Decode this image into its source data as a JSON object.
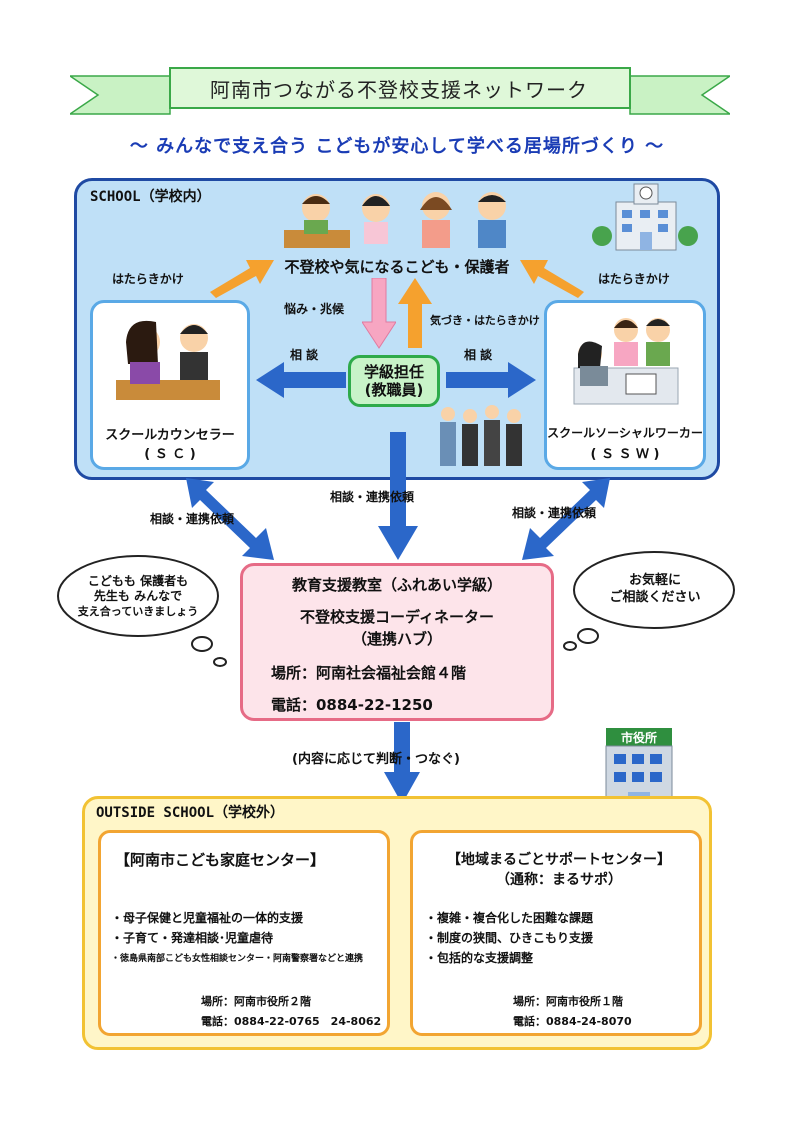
{
  "header": {
    "title": "阿南市つながる不登校支援ネットワーク",
    "subtitle": "～ みんなで支え合う こどもが安心して学べる居場所づくり ～"
  },
  "school": {
    "label": "SCHOOL（学校内）",
    "center_label": "不登校や気になるこども・保護者",
    "left_action": "はたらきかけ",
    "right_action": "はたらきかけ",
    "down_arrow_label": "悩み・兆候",
    "up_arrow_label": "気づき・はたらきかけ",
    "consult_left": "相 談",
    "consult_right": "相 談",
    "teacher": {
      "line1": "学級担任",
      "line2": "(教職員)"
    },
    "sc": {
      "name": "スクールカウンセラー",
      "abbr": "( Ｓ Ｃ )"
    },
    "ssw": {
      "name": "スクールソーシャルワーカー",
      "abbr": "( Ｓ Ｓ Ｗ )"
    }
  },
  "links": {
    "left": "相談・連携依頼",
    "center": "相談・連携依頼",
    "right": "相談・連携依頼",
    "down": "(内容に応じて判断・つなぐ)"
  },
  "clouds": {
    "left": [
      "こどもも 保護者も",
      "先生も みんなで",
      "支え合っていきましょう"
    ],
    "right": [
      "お気軽に",
      "ご相談ください"
    ]
  },
  "hub": {
    "title": "教育支援教室（ふれあい学級）",
    "role1": "不登校支援コーディネーター",
    "role2": "（連携ハブ）",
    "place": "場所：阿南社会福祉会館４階",
    "phone": "電話：0884-22-1250"
  },
  "city_hall_sign": "市役所",
  "outside": {
    "label": "OUTSIDE SCHOOL（学校外）",
    "left": {
      "title": "【阿南市こども家庭センター】",
      "items": [
        "・母子保健と児童福祉の一体的支援",
        "・子育て・発達相談･児童虐待",
        "・徳島県南部こども女性相談センター・阿南警察署などと連携"
      ],
      "place": "場所：阿南市役所２階",
      "phone": "電話：0884-22-0765　24-8062"
    },
    "right": {
      "title": "【地域まるごとサポートセンター】",
      "subtitle": "（通称：まるサポ）",
      "items": [
        "・複雑・複合化した困難な課題",
        "・制度の狭間、ひきこもり支援",
        "・包括的な支援調整"
      ],
      "place": "場所：阿南市役所１階",
      "phone": "電話：0884-24-8070"
    }
  },
  "colors": {
    "school_bg": "#bfe0f7",
    "school_border": "#1f4aa3",
    "blue_arrow": "#2b67c9",
    "orange_arrow": "#f5a12e",
    "pink_arrow": "#f7a6c2",
    "hub_bg": "#fde4ea",
    "hub_border": "#e66b86",
    "teacher_bg": "#c8f3c8",
    "outside_bg": "#fff6c8",
    "banner_green": "#c9f2c4"
  }
}
